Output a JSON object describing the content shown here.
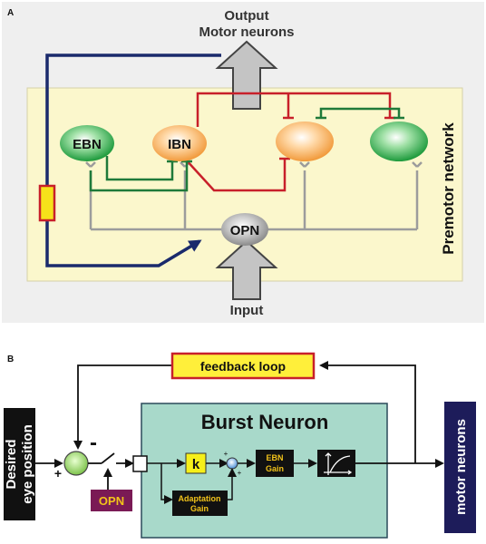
{
  "panel_a": {
    "letter": "A",
    "output_line1": "Output",
    "output_line2": "Motor neurons",
    "network_label": "Premotor network",
    "neurons": {
      "ebn": "EBN",
      "ibn": "IBN",
      "opn": "OPN"
    },
    "input_label": "Input"
  },
  "panel_b": {
    "letter": "B",
    "feedback_label": "feedback loop",
    "desired_line1": "Desired",
    "desired_line2": "eye position",
    "minus_sign": "-",
    "plus_sign": "+",
    "opn_label": "OPN",
    "burst_title": "Burst Neuron",
    "k_label": "k",
    "ebn_gain_line1": "EBN",
    "ebn_gain_line2": "Gain",
    "adaptation_line1": "Adaptation",
    "adaptation_line2": "Gain",
    "motor_label": "motor neurons"
  },
  "colors": {
    "panel_bg": "#efefef",
    "network_bg": "#fbf7cc",
    "excitatory": "#1f7a3a",
    "inhibitory": "#c8202a",
    "pathway": "#1a2a6c",
    "burst_bg": "#a8d9ca",
    "feedback_bg": "#ffef3a",
    "motor_bg": "#1d1c5a",
    "opn_bg": "#7a1a55"
  }
}
